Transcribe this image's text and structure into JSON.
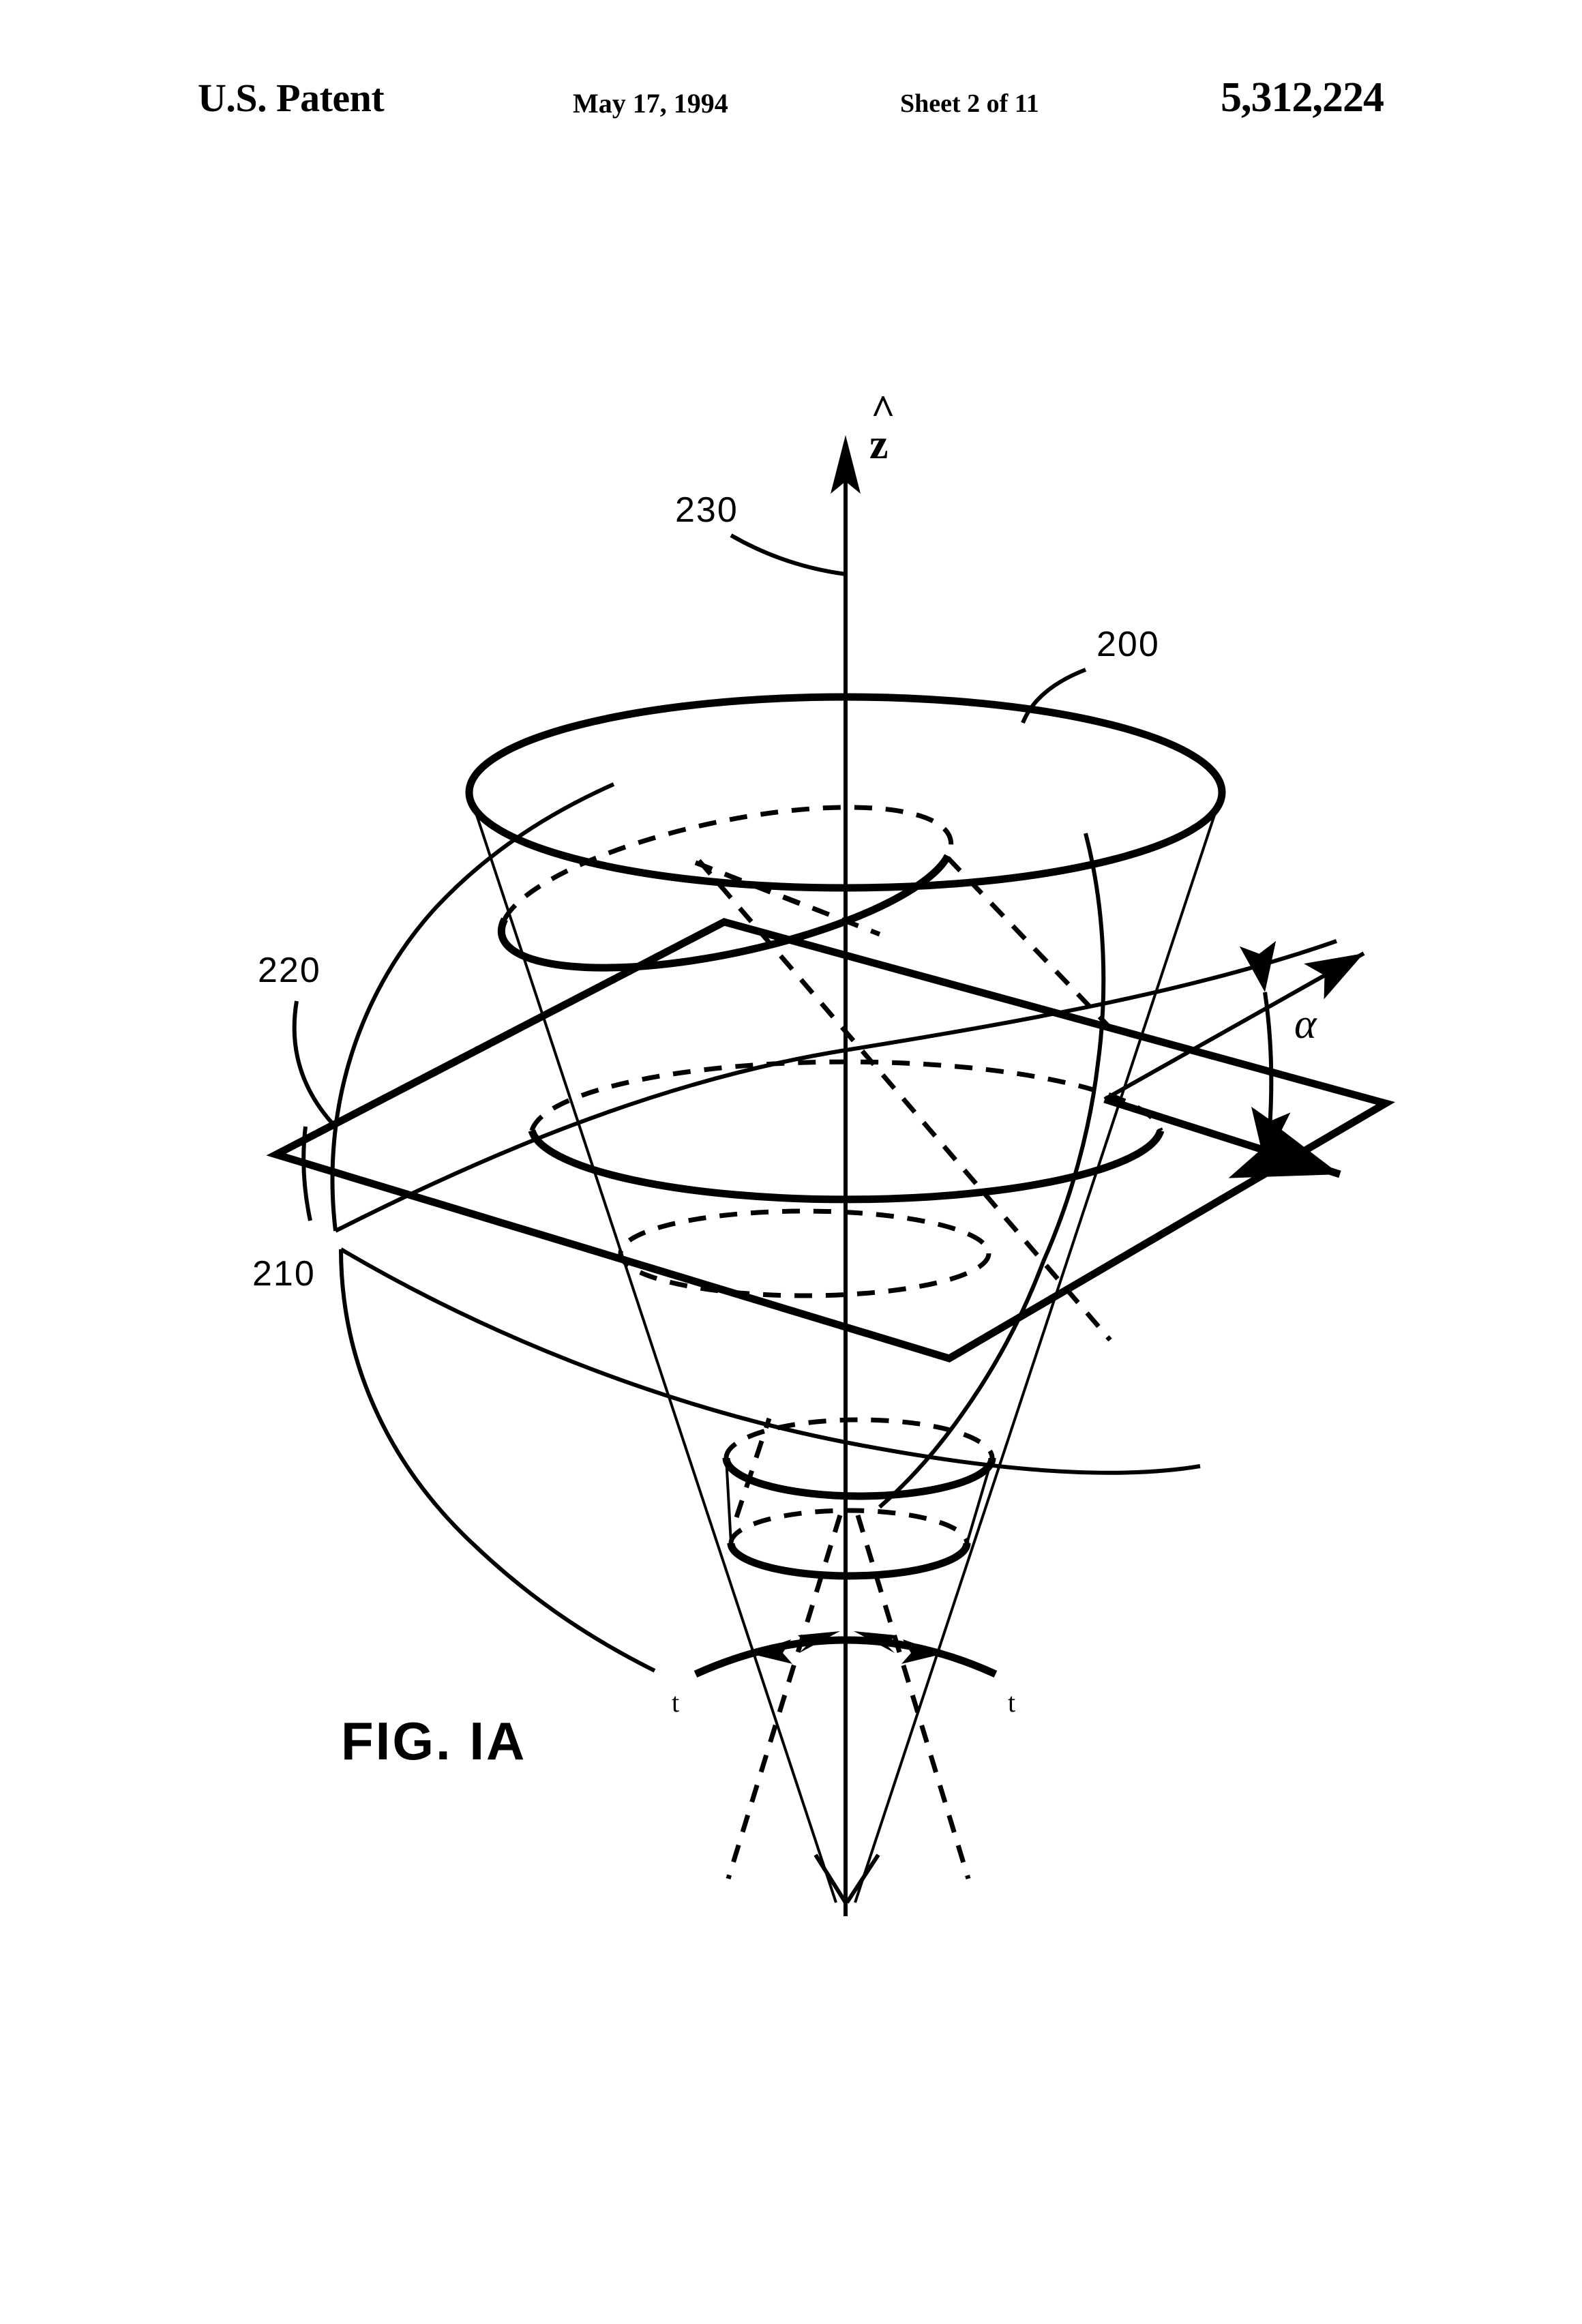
{
  "document": {
    "type": "patent-drawing-sheet",
    "header": {
      "office": "U.S. Patent",
      "date": "May 17, 1994",
      "sheet": "Sheet 2 of 11",
      "patent_number": "5,312,224"
    },
    "figure": {
      "caption": "FIG. IA",
      "axis_label": "z",
      "axis_accent": "^",
      "angle_label": "α",
      "reference_numerals": [
        {
          "id": "200",
          "label": "200",
          "points_to": "outer-cone-top-rim"
        },
        {
          "id": "210",
          "label": "210",
          "points_to": "hyperboloid-surface"
        },
        {
          "id": "220",
          "label": "220",
          "points_to": "tilted-plane"
        },
        {
          "id": "230",
          "label": "230",
          "points_to": "z-axis"
        }
      ],
      "tick_labels": [
        {
          "id": "t-left",
          "label": "t"
        },
        {
          "id": "t-right",
          "label": "t"
        }
      ]
    }
  },
  "colors": {
    "ink": "#000000",
    "paper": "#ffffff"
  }
}
